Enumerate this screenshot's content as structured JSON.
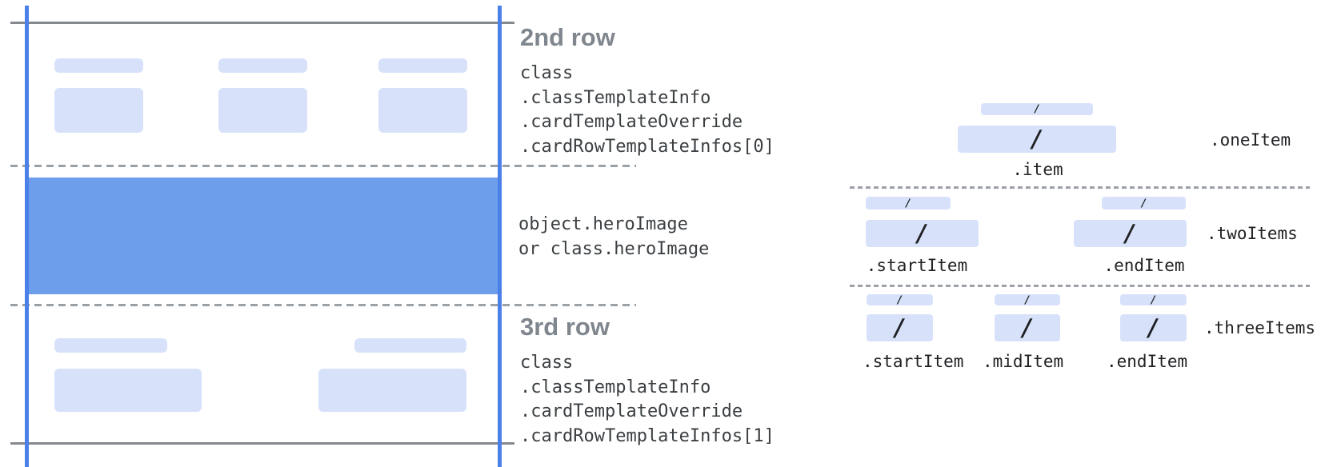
{
  "slash": "/",
  "colors": {
    "frame_blue": "#4a80e8",
    "hero_blue": "#6d9eeb",
    "chip_blue": "#d7e2fa",
    "frame_gray": "#85898d",
    "dash_gray": "#9aa0a6",
    "heading_gray": "#7f868d",
    "code_gray": "#3c4043",
    "label_dark": "#202124"
  },
  "left_panel": {
    "row2": {
      "heading": "2nd row",
      "code_lines": [
        "class",
        ".classTemplateInfo",
        ".cardTemplateOverride",
        ".cardRowTemplateInfos[0]"
      ]
    },
    "hero": {
      "code_lines": [
        "object.heroImage",
        "or class.heroImage"
      ]
    },
    "row3": {
      "heading": "3rd row",
      "code_lines": [
        "class",
        ".classTemplateInfo",
        ".cardTemplateOverride",
        ".cardRowTemplateInfos[1]"
      ]
    }
  },
  "right_panel": {
    "one_item": {
      "row_label": ".oneItem",
      "labels": {
        "item": ".item"
      }
    },
    "two_items": {
      "row_label": ".twoItems",
      "labels": {
        "start": ".startItem",
        "end": ".endItem"
      }
    },
    "three_items": {
      "row_label": ".threeItems",
      "labels": {
        "start": ".startItem",
        "mid": ".midItem",
        "end": ".endItem"
      }
    }
  }
}
